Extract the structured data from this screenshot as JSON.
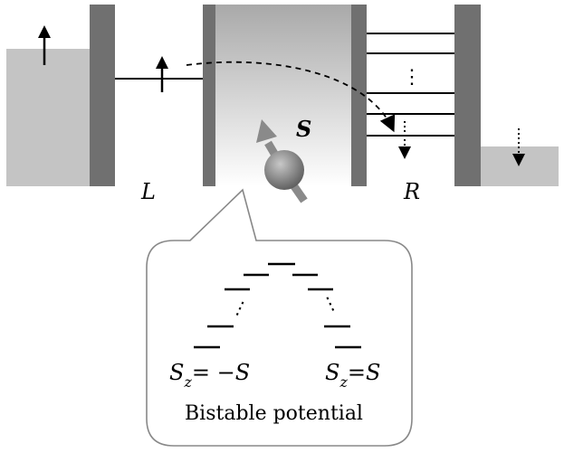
{
  "labels": {
    "left_lead": "L",
    "right_lead": "R",
    "spin": "S",
    "ellipsis": "⋮"
  },
  "bubble": {
    "caption": "Bistable potential",
    "left_state": {
      "main": "S",
      "sub": "z",
      "rest": "= −S"
    },
    "right_state": {
      "main": "S",
      "sub": "z",
      "rest": "=S"
    },
    "ellipsis": "⋮"
  },
  "colors": {
    "reservoir_fill": "#c4c4c4",
    "barrier": "#707070",
    "spin_ball": "#7a7a7a",
    "spin_arrow": "#8a8a8a",
    "outline": "#000000"
  }
}
